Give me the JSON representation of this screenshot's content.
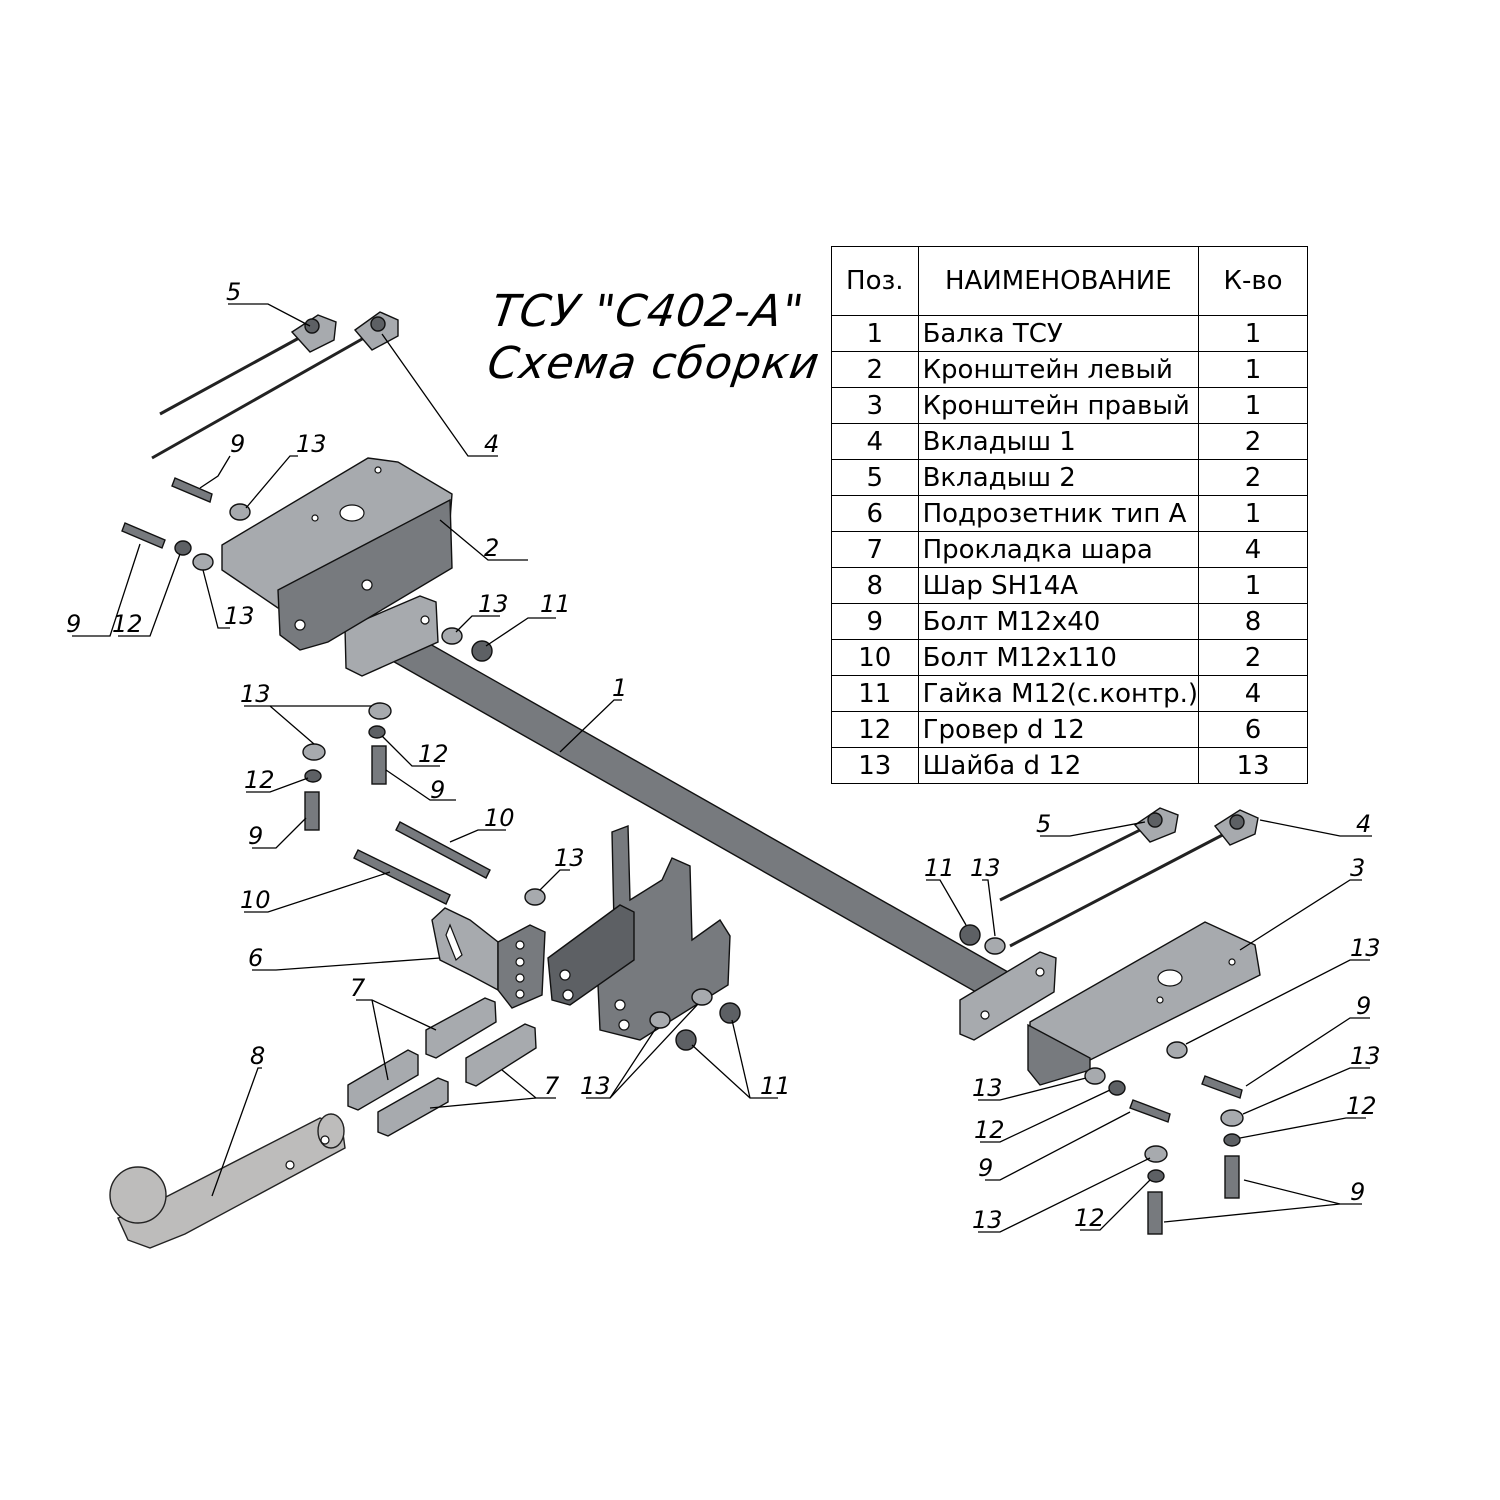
{
  "title": {
    "line1": "ТСУ \"С402-А\"",
    "line2": "Схема сборки"
  },
  "table": {
    "headers": {
      "pos": "Поз.",
      "name": "НАИМЕНОВАНИЕ",
      "qty": "К-во"
    },
    "rows": [
      {
        "pos": "1",
        "name": "Балка ТСУ",
        "qty": "1"
      },
      {
        "pos": "2",
        "name": "Кронштейн левый",
        "qty": "1"
      },
      {
        "pos": "3",
        "name": "Кронштейн правый",
        "qty": "1"
      },
      {
        "pos": "4",
        "name": "Вкладыш 1",
        "qty": "2"
      },
      {
        "pos": "5",
        "name": "Вкладыш 2",
        "qty": "2"
      },
      {
        "pos": "6",
        "name": "Подрозетник тип А",
        "qty": "1"
      },
      {
        "pos": "7",
        "name": "Прокладка шара",
        "qty": "4"
      },
      {
        "pos": "8",
        "name": "Шар SH14A",
        "qty": "1"
      },
      {
        "pos": "9",
        "name": "Болт М12х40",
        "qty": "8"
      },
      {
        "pos": "10",
        "name": "Болт М12х110",
        "qty": "2"
      },
      {
        "pos": "11",
        "name": "Гайка М12(с.контр.)",
        "qty": "4"
      },
      {
        "pos": "12",
        "name": "Гровер d 12",
        "qty": "6"
      },
      {
        "pos": "13",
        "name": "Шайба d 12",
        "qty": "13"
      }
    ]
  },
  "callouts": {
    "c1": "1",
    "c2": "2",
    "c3": "3",
    "c4a": "4",
    "c4b": "4",
    "c5a": "5",
    "c5b": "5",
    "c6": "6",
    "c7a": "7",
    "c7b": "7",
    "c8": "8",
    "c9a": "9",
    "c9b": "9",
    "c9c": "9",
    "c9d": "9",
    "c9e": "9",
    "c9f": "9",
    "c9g": "9",
    "c10a": "10",
    "c10b": "10",
    "c11a": "11",
    "c11b": "11",
    "c11c": "11",
    "c12a": "12",
    "c12b": "12",
    "c12c": "12",
    "c12d": "12",
    "c12e": "12",
    "c12f": "12",
    "c13a": "13",
    "c13b": "13",
    "c13c": "13",
    "c13d": "13",
    "c13e": "13",
    "c13f": "13",
    "c13g": "13",
    "c13h": "13",
    "c13i": "13",
    "c13j": "13",
    "c13k": "13"
  }
}
